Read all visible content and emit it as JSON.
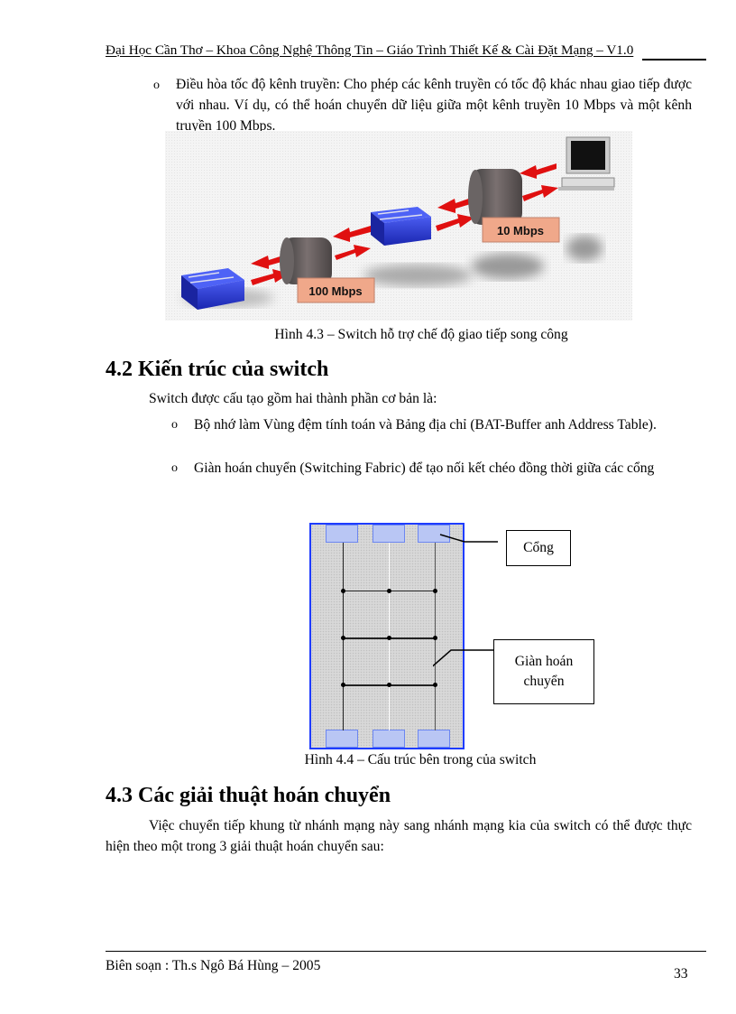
{
  "header": {
    "title": "Đại Học Cần Thơ – Khoa Công Nghệ Thông Tin – Giáo Trình Thiết Kế & Cài Đặt Mạng – V1.0"
  },
  "section_top": {
    "bullet": {
      "marker": "o",
      "text": "Điều hòa tốc độ kênh truyền: Cho phép các kênh truyền có tốc độ khác nhau giao tiếp được với nhau. Ví dụ, có thể hoán chuyển dữ liệu giữa một kênh truyền 10 Mbps và một kênh truyền 100 Mbps."
    }
  },
  "figure_4_3": {
    "labels": {
      "left_speed": "100 Mbps",
      "right_speed": "10 Mbps"
    },
    "colors": {
      "switch": "#2a3ad6",
      "arrow": "#e01010",
      "label_bg": "#f0a88a",
      "converter": "#5a5a5a"
    },
    "caption": "Hình 4.3 – Switch hỗ trợ chế độ giao tiếp song công"
  },
  "section_4_2": {
    "heading": "4.2 Kiến trúc của switch",
    "intro": "Switch được cấu tạo gồm hai thành phần cơ bản là:",
    "bullets": [
      {
        "marker": "o",
        "text": "Bộ nhớ làm Vùng đệm tính toán và Bảng địa chỉ (BAT-Buffer anh Address Table)."
      },
      {
        "marker": "o",
        "text": "Giàn hoán chuyển (Switching Fabric) để tạo nối kết chéo đồng thời giữa các cổng"
      }
    ]
  },
  "figure_4_4": {
    "labels": {
      "port": "Cổng",
      "fabric_line1": "Giàn hoán",
      "fabric_line2": "chuyển"
    },
    "colors": {
      "border": "#1e3cff",
      "port_fill": "#b9c6f4"
    },
    "caption": "Hình 4.4 – Cấu trúc bên trong của switch"
  },
  "section_4_3": {
    "heading": "4.3 Các giải thuật hoán chuyển",
    "paragraph": "Việc chuyển tiếp khung từ nhánh mạng này sang nhánh mạng kia của switch có thể được thực hiện theo một trong 3 giải thuật hoán chuyển sau:"
  },
  "footer": {
    "author": "Biên soạn : Th.s Ngô Bá Hùng – 2005",
    "page_number": "33"
  }
}
